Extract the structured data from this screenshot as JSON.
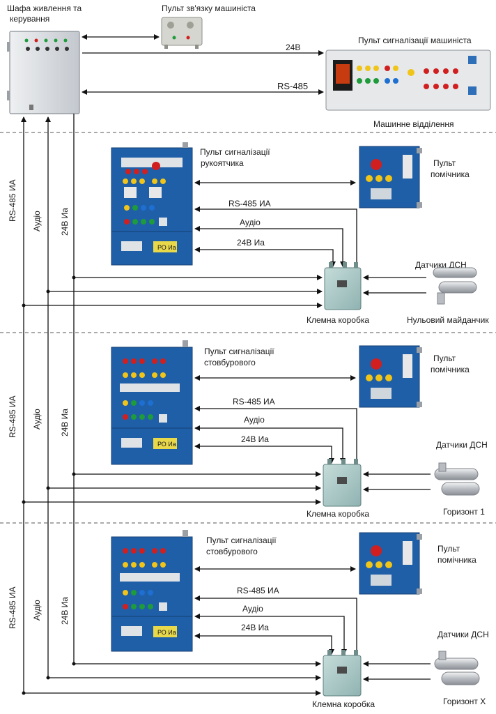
{
  "top": {
    "cabinet_label_line1": "Шафа живлення та",
    "cabinet_label_line2": "керування",
    "driver_comm_panel_label": "Пульт зв'язку машиніста",
    "driver_signal_panel_label": "Пульт сигналізації машиніста",
    "link_24v": "24В",
    "link_rs485": "RS-485",
    "engine_room_label": "Машинне відділення"
  },
  "vertical_bus": {
    "rs485": "RS-485 ИА",
    "audio": "Аудіо",
    "power": "24В Иа"
  },
  "sections": [
    {
      "panel_label_line1": "Пульт сигналізації",
      "panel_label_line2": "рукоятчика",
      "assistant_label_line1": "Пульт",
      "assistant_label_line2": "помічника",
      "rs485": "RS-485 ИА",
      "audio": "Аудіо",
      "power": "24В Иа",
      "sensors_label": "Датчики ДСН",
      "junction_box_label": "Клемна коробка",
      "level_label": "Нульовий майданчик",
      "plate_text": "РО Иа"
    },
    {
      "panel_label_line1": "Пульт сигналізації",
      "panel_label_line2": "стовбурового",
      "assistant_label_line1": "Пульт",
      "assistant_label_line2": "помічника",
      "rs485": "RS-485 ИА",
      "audio": "Аудіо",
      "power": "24В Иа",
      "sensors_label": "Датчики ДСН",
      "junction_box_label": "Клемна коробка",
      "level_label": "Горизонт 1",
      "plate_text": "РО Иа"
    },
    {
      "panel_label_line1": "Пульт сигналізації",
      "panel_label_line2": "стовбурового",
      "assistant_label_line1": "Пульт",
      "assistant_label_line2": "помічника",
      "rs485": "RS-485 ИА",
      "audio": "Аудіо",
      "power": "24В Иа",
      "sensors_label": "Датчики ДСН",
      "junction_box_label": "Клемна коробка",
      "level_label": "Горизонт X",
      "plate_text": "РО Иа"
    }
  ],
  "colors": {
    "cabinet": "#d9dde2",
    "panel_blue": "#1f5fa8",
    "junction_box": "#a7c6c4",
    "sensor": "#c9ccd0",
    "lamp_red": "#d11f1f",
    "lamp_yellow": "#f0c419",
    "lamp_green": "#1e9b3a"
  }
}
